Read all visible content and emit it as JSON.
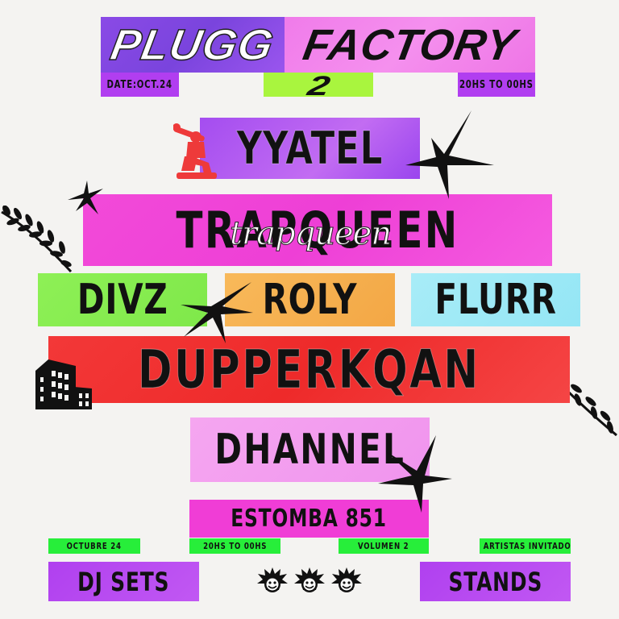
{
  "header": {
    "title_left": "PLUGG",
    "title_right": "FACTORY",
    "date": "DATE:OCT.24",
    "volume_number": "2",
    "hours": "20HS TO 00HS"
  },
  "lineup": {
    "headliner_1": "YYATEL",
    "headliner_2": "TRAPQUEEN",
    "headliner_2_script": "trapqueen",
    "row": [
      "DIVZ",
      "ROLY",
      "FLURR"
    ],
    "headliner_3": "DUPPERKQAN",
    "headliner_4": "DHANNEL"
  },
  "venue": {
    "address": "ESTOMBA 851"
  },
  "tags": [
    "OCTUBRE 24",
    "20HS TO 00HS",
    "VOLUMEN 2",
    "+ ARTISTAS INVITADOS"
  ],
  "footer": {
    "left_label": "DJ SETS",
    "right_label": "STANDS",
    "icons": [
      "spiky-smiley-icon",
      "spiky-smiley-icon",
      "spiky-smiley-icon"
    ]
  },
  "colors": {
    "background": "#f4f3f1",
    "purple": "#7a44dd",
    "pink": "#f07bea",
    "lime": "#a9f53e",
    "violet": "#b13ef0",
    "magenta": "#ee3fd6",
    "green": "#7fe84a",
    "orange": "#f3a745",
    "cyan": "#94e6f5",
    "red": "#ee2a2a",
    "light_pink": "#f094ee",
    "tag_green": "#27ee3a"
  }
}
